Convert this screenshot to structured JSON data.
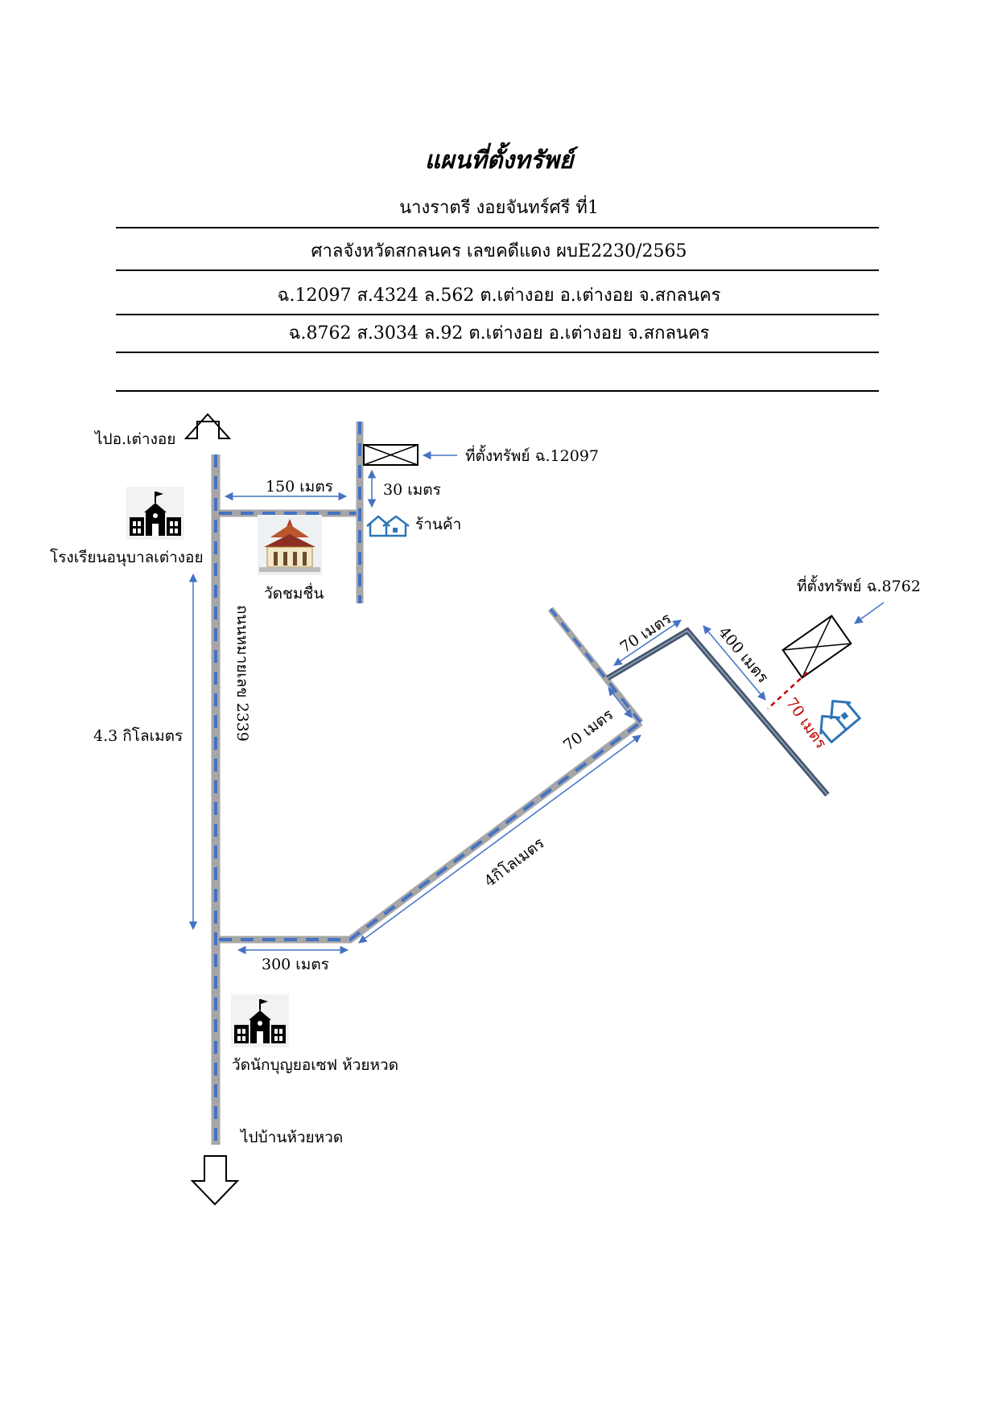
{
  "header": {
    "title": "แผนที่ตั้งทรัพย์",
    "owner": "นางราตรี งอยจันทร์ศรี ที่1",
    "court": "ศาลจังหวัดสกลนคร เลขคดีแดง ผบE2230/2565",
    "deed_1": "ฉ.12097 ส.4324 ล.562 ต.เต่างอย อ.เต่างอย จ.สกลนคร",
    "deed_2": "ฉ.8762 ส.3034 ล.92 ต.เต่างอย อ.เต่างอย จ.สกลนคร"
  },
  "map": {
    "to_north": "ไปอ.เต่างอย",
    "to_south": "ไปบ้านห้วยหวด",
    "main_road": "ถนนหมายเลข 2339",
    "kindergarten": "โรงเรียนอนุบาลเต่างอย",
    "temple": "วัดชมชื่น",
    "church": "วัดนักบุญยอเซฟ ห้วยหวด",
    "property_1": "ที่ตั้งทรัพย์ ฉ.12097",
    "property_2": "ที่ตั้งทรัพย์ ฉ.8762",
    "shop": "ร้านค้า",
    "d_150m": "150 เมตร",
    "d_30m": "30 เมตร",
    "d_4_3km": "4.3 กิโลเมตร",
    "d_300m": "300 เมตร",
    "d_4km": "4กิโลเมตร",
    "d_70m_a": "70 เมตร",
    "d_70m_b": "70 เมตร",
    "d_400m": "400 เมตร",
    "d_70m_red": "70 เมตร",
    "colors": {
      "road_gray": "#a6a6a6",
      "road_blue": "#4472c4",
      "road_dark": "#44546a",
      "arrow_blue": "#4472c4",
      "red": "#c00000",
      "teal": "#2e75b6"
    }
  }
}
